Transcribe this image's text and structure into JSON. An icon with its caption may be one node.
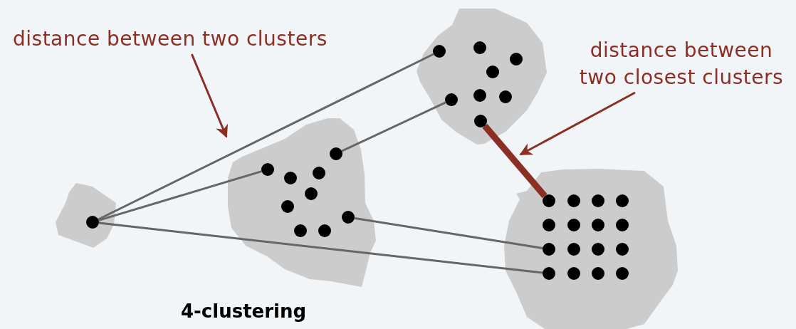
{
  "diagram": {
    "caption": "4-clustering",
    "nodes": [
      {
        "text": [
          "distance between two clusters"
        ]
      },
      {
        "text": [
          "distance between two closest clusters"
        ]
      },
      {
        "text": [],
        "shape": "blob"
      },
      {
        "text": [],
        "shape": "circle",
        "in": 2
      },
      {
        "text": [],
        "shape": "blob"
      },
      {
        "text": [],
        "shape": "circle",
        "in": 4
      },
      {
        "text": [],
        "shape": "circle",
        "in": 4
      },
      {
        "text": [],
        "shape": "circle",
        "in": 4
      },
      {
        "text": [],
        "shape": "circle",
        "in": 4
      },
      {
        "text": [],
        "shape": "circle",
        "in": 4
      },
      {
        "text": [],
        "shape": "circle",
        "in": 4
      },
      {
        "text": [],
        "shape": "circle",
        "in": 4
      },
      {
        "text": [],
        "shape": "circle",
        "in": 4
      },
      {
        "text": [],
        "shape": "circle",
        "in": 4
      },
      {
        "text": [],
        "shape": "blob"
      },
      {
        "text": [],
        "shape": "circle",
        "in": 14
      },
      {
        "text": [],
        "shape": "circle",
        "in": 14
      },
      {
        "text": [],
        "shape": "circle",
        "in": 14
      },
      {
        "text": [],
        "shape": "circle",
        "in": 14
      },
      {
        "text": [],
        "shape": "circle",
        "in": 14
      },
      {
        "text": [],
        "shape": "circle",
        "in": 14
      },
      {
        "text": [],
        "shape": "circle",
        "in": 14
      },
      {
        "text": [],
        "shape": "circle",
        "in": 14
      },
      {
        "text": [],
        "shape": "blob"
      },
      {
        "text": [],
        "shape": "circle",
        "in": 23
      },
      {
        "text": [],
        "shape": "circle",
        "in": 23
      },
      {
        "text": [],
        "shape": "circle",
        "in": 23
      },
      {
        "text": [],
        "shape": "circle",
        "in": 23
      },
      {
        "text": [],
        "shape": "circle",
        "in": 23
      },
      {
        "text": [],
        "shape": "circle",
        "in": 23
      },
      {
        "text": [],
        "shape": "circle",
        "in": 23
      },
      {
        "text": [],
        "shape": "circle",
        "in": 23
      },
      {
        "text": [],
        "shape": "circle",
        "in": 23
      },
      {
        "text": [],
        "shape": "circle",
        "in": 23
      },
      {
        "text": [],
        "shape": "circle",
        "in": 23
      },
      {
        "text": [],
        "shape": "circle",
        "in": 23
      },
      {
        "text": [],
        "shape": "circle",
        "in": 23
      },
      {
        "text": [],
        "shape": "circle",
        "in": 23
      },
      {
        "text": [],
        "shape": "circle",
        "in": 23
      },
      {
        "text": [],
        "shape": "circle",
        "in": 23
      }
    ],
    "edges": [
      {
        "from": 3,
        "to": 16,
        "arrow": "none"
      },
      {
        "from": 3,
        "to": 6,
        "arrow": "none"
      },
      {
        "from": 3,
        "to": 36,
        "arrow": "none"
      },
      {
        "from": 21,
        "to": 5,
        "arrow": "none"
      },
      {
        "from": 11,
        "to": 32,
        "arrow": "none"
      },
      {
        "from": 22,
        "to": 24,
        "arrow": "none",
        "style": "thick",
        "color": "#8b2e24"
      },
      {
        "from": 0,
        "to": null,
        "arrow": "to",
        "color": "#8b2e24"
      },
      {
        "from": 1,
        "to": null,
        "arrow": "to",
        "color": "#8b2e24"
      }
    ]
  }
}
